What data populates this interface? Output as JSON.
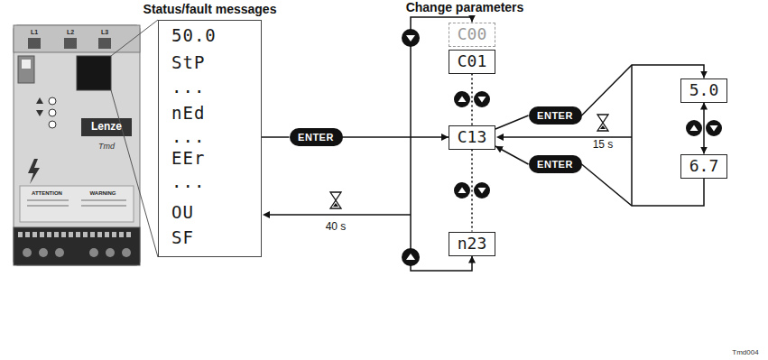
{
  "diagram": {
    "nodes": [
      {
        "text": [
          "Status/fault messages",
          "50.0",
          "StP",
          "...",
          "nEd",
          "...",
          "EEr",
          "...",
          "OU",
          "SF"
        ]
      },
      {
        "text": [
          "ENTER"
        ]
      },
      {
        "text": [
          "C00"
        ]
      },
      {
        "text": [
          "C01"
        ]
      },
      {
        "text": [
          "C13"
        ]
      },
      {
        "text": [
          "n23"
        ]
      },
      {
        "text": [
          "ENTER"
        ]
      },
      {
        "text": [
          "5.0"
        ]
      },
      {
        "text": [
          "6.7"
        ]
      },
      {
        "text": [
          "ENTER"
        ]
      }
    ],
    "edges": [
      {
        "from": 0,
        "to": 1,
        "arrow": "none"
      },
      {
        "from": 1,
        "to": 4,
        "arrow": "to"
      },
      {
        "from": 2,
        "to": 5,
        "arrow": "both"
      },
      {
        "from": 3,
        "to": 4,
        "arrow": "none"
      },
      {
        "from": 4,
        "to": 5,
        "arrow": "none"
      },
      {
        "from": 4,
        "to": 6,
        "arrow": "none"
      },
      {
        "from": 6,
        "to": 7,
        "arrow": "to"
      },
      {
        "from": 7,
        "to": 8,
        "arrow": "both"
      },
      {
        "from": 8,
        "to": 9,
        "arrow": "none"
      },
      {
        "from": 9,
        "to": 4,
        "arrow": "to"
      }
    ],
    "labels": [
      "Change parameters",
      "40 s",
      "15 s",
      "Tmd004",
      "L1",
      "L2",
      "L3",
      "Lenze",
      "Tmd",
      "ATTENTION",
      "WARNING"
    ]
  }
}
